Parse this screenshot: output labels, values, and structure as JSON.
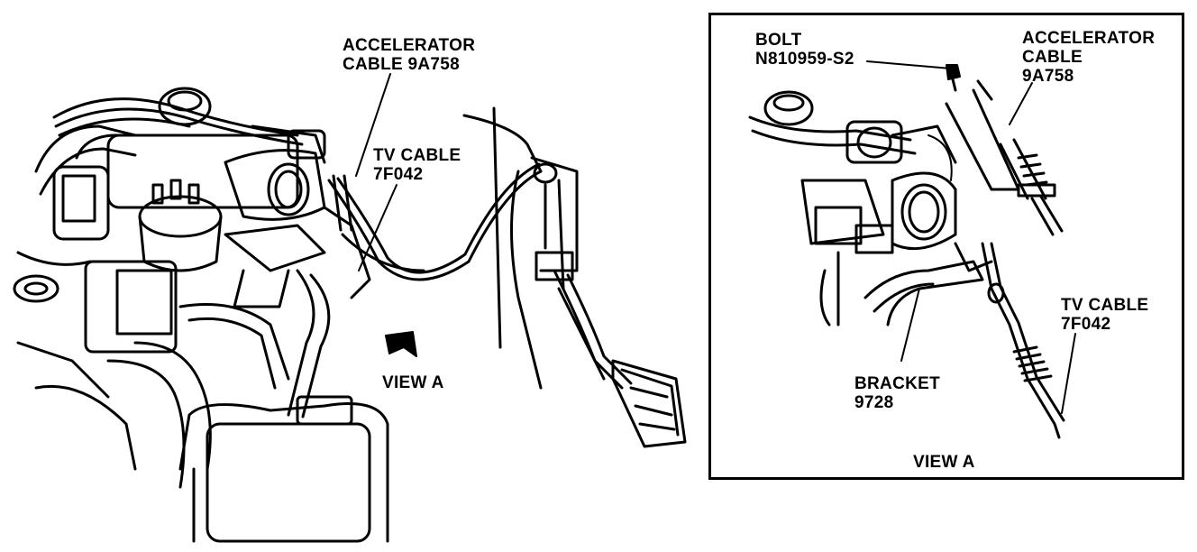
{
  "main_view": {
    "accelerator_cable": [
      "ACCELERATOR",
      "CABLE 9A758"
    ],
    "tv_cable": [
      "TV CABLE",
      "7F042"
    ],
    "view_arrow_label": "VIEW A"
  },
  "view_a": {
    "bolt": [
      "BOLT",
      "N810959-S2"
    ],
    "accelerator_cable": [
      "ACCELERATOR",
      "CABLE",
      "9A758"
    ],
    "tv_cable": [
      "TV CABLE",
      "7F042"
    ],
    "bracket": [
      "BRACKET",
      "9728"
    ],
    "title": "VIEW A"
  }
}
